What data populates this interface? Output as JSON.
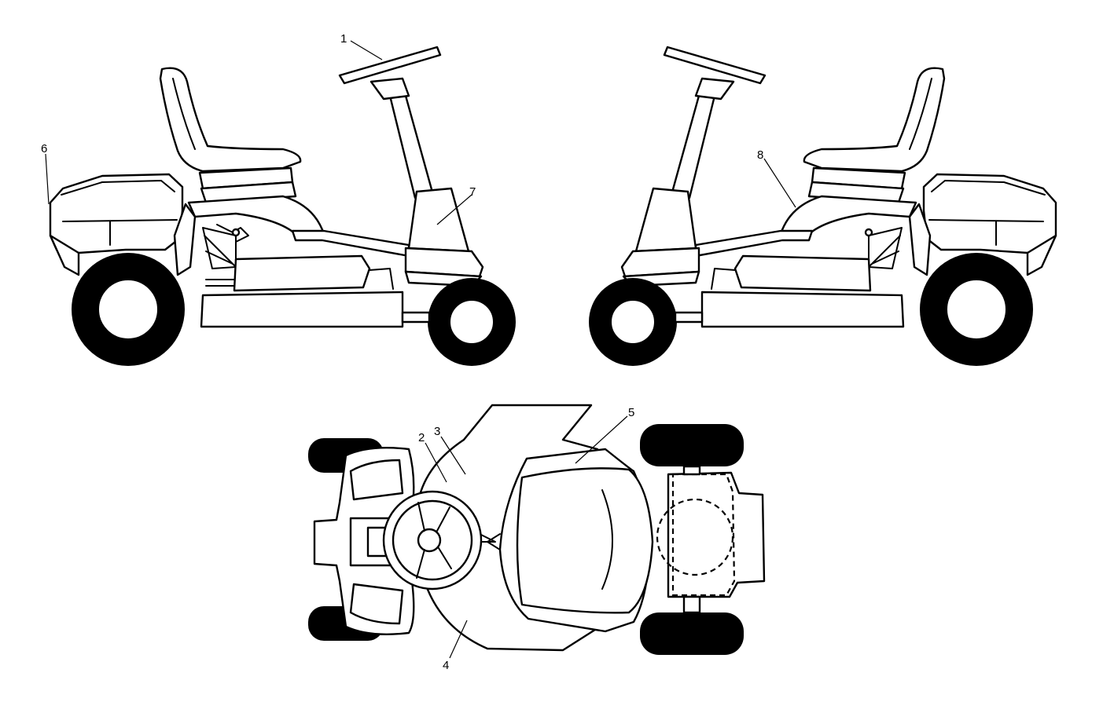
{
  "diagram": {
    "views": [
      "left-side",
      "right-side",
      "top"
    ],
    "callouts": [
      {
        "id": "1",
        "text": "1"
      },
      {
        "id": "2",
        "text": "2"
      },
      {
        "id": "3",
        "text": "3"
      },
      {
        "id": "4",
        "text": "4"
      },
      {
        "id": "5",
        "text": "5"
      },
      {
        "id": "6",
        "text": "6"
      },
      {
        "id": "7",
        "text": "7"
      },
      {
        "id": "8",
        "text": "8"
      }
    ]
  }
}
